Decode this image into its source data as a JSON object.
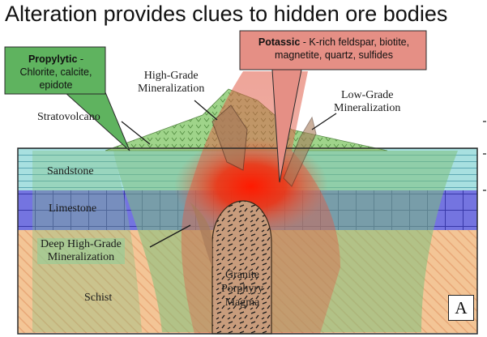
{
  "title": "Alteration provides clues to hidden ore bodies",
  "callouts": {
    "propylytic": {
      "heading": "Propylytic",
      "dash": " -",
      "line2": "Chlorite, calcite,",
      "line3": "epidote"
    },
    "potassic": {
      "heading": "Potassic",
      "text1": " - K-rich feldspar, biotite,",
      "line2": "magnetite, quartz, sulfides"
    }
  },
  "labels": {
    "high_grade_1": "High-Grade",
    "high_grade_2": "Mineralization",
    "low_grade_1": "Low-Grade",
    "low_grade_2": "Mineralization",
    "stratovolcano": "Stratovolcano",
    "sandstone": "Sandstone",
    "limestone": "Limestone",
    "deep_1": "Deep High-Grade",
    "deep_2": "Mineralization",
    "schist": "Schist",
    "granite_1": "Granite",
    "granite_2": "Porphyry",
    "granite_3": "Magma"
  },
  "figure_marker": "A",
  "colors": {
    "propylytic_zone": "#58b358",
    "potassic_zone": "#e58f85",
    "core_red": "#ff1a00",
    "sandstone": "#a8e0e0",
    "limestone": "#7070e0",
    "schist": "#f3c596",
    "volcano": "#9fd48a"
  }
}
